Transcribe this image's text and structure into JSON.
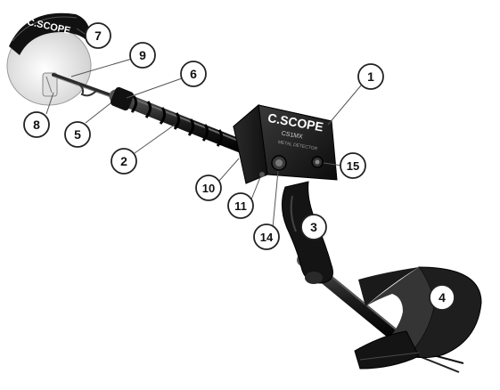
{
  "brand": {
    "coil_logo": "C.SCOPE",
    "box_logo": "C.SCOPE",
    "box_model": "CS1MX",
    "box_tagline": "METAL DETECTOR"
  },
  "callouts": [
    {
      "id": "c1",
      "label": "1"
    },
    {
      "id": "c2",
      "label": "2"
    },
    {
      "id": "c3",
      "label": "3"
    },
    {
      "id": "c4",
      "label": "4"
    },
    {
      "id": "c5",
      "label": "5"
    },
    {
      "id": "c6",
      "label": "6"
    },
    {
      "id": "c7",
      "label": "7"
    },
    {
      "id": "c8",
      "label": "8"
    },
    {
      "id": "c9",
      "label": "9"
    },
    {
      "id": "c10",
      "label": "10"
    },
    {
      "id": "c11",
      "label": "11"
    },
    {
      "id": "c14",
      "label": "14"
    },
    {
      "id": "c15",
      "label": "15"
    }
  ],
  "colors": {
    "metal": "#1c1c1c",
    "coil_face": "#e9e9e9",
    "callout_stroke": "#222222",
    "leader": "#555555"
  }
}
